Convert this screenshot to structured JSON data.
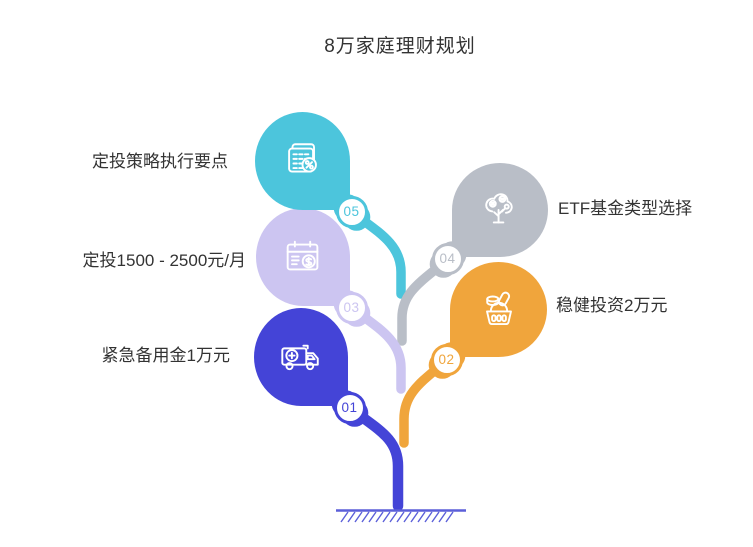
{
  "title": "8万家庭理财规划",
  "colors": {
    "cyan": "#4cc5dc",
    "gray": "#b9bec7",
    "purple": "#ccc5f1",
    "orange": "#f0a53c",
    "blue": "#4444d7",
    "text": "#333333",
    "ground": "#5b5fd9"
  },
  "nodes": [
    {
      "number": "01",
      "label": "紧急备用金1万元",
      "color": "#4444d7",
      "icon": "ambulance-icon",
      "side": "left"
    },
    {
      "number": "02",
      "label": "稳健投资2万元",
      "color": "#f0a53c",
      "icon": "basket-icon",
      "side": "right"
    },
    {
      "number": "03",
      "label": "定投1500 - 2500元/月",
      "color": "#ccc5f1",
      "icon": "calendar-money-icon",
      "side": "left"
    },
    {
      "number": "04",
      "label": "ETF基金类型选择",
      "color": "#b9bec7",
      "icon": "money-tree-icon",
      "side": "right"
    },
    {
      "number": "05",
      "label": "定投策略执行要点",
      "color": "#4cc5dc",
      "icon": "report-percent-icon",
      "side": "left"
    }
  ]
}
